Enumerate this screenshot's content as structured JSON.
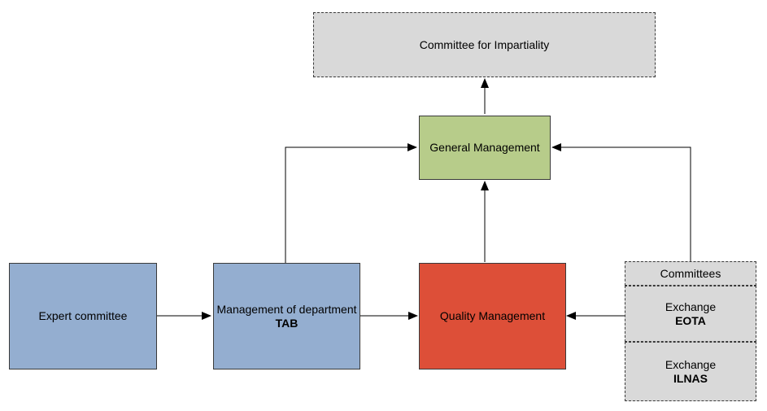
{
  "nodes": {
    "impartiality": {
      "label": "Committee for Impartiality"
    },
    "general": {
      "label": "General Management"
    },
    "expert": {
      "label": "Expert committee"
    },
    "department": {
      "label": "Management of department",
      "sub": "TAB"
    },
    "quality": {
      "label": "Quality Management"
    },
    "committees": {
      "header": "Committees",
      "eota": {
        "label": "Exchange",
        "sub": "EOTA"
      },
      "ilnas": {
        "label": "Exchange",
        "sub": "ILNAS"
      }
    }
  },
  "colors": {
    "impartiality": "#d9d9d9",
    "general": "#b7cc8a",
    "expert": "#94aed0",
    "department": "#94aed0",
    "quality": "#dd4f38",
    "committees": "#d9d9d9",
    "line": "#000000"
  },
  "edges": [
    {
      "from": "general",
      "to": "impartiality"
    },
    {
      "from": "quality",
      "to": "general"
    },
    {
      "from": "department",
      "to": "general"
    },
    {
      "from": "committees",
      "to": "general"
    },
    {
      "from": "expert",
      "to": "department"
    },
    {
      "from": "department",
      "to": "quality"
    },
    {
      "from": "committees",
      "to": "quality"
    }
  ]
}
